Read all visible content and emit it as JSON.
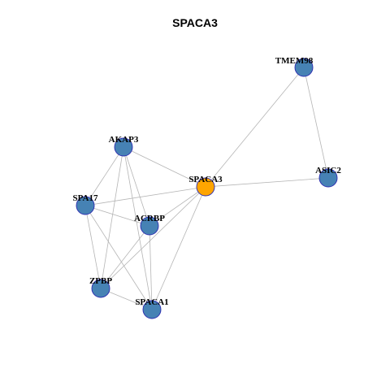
{
  "title": "SPACA3",
  "colors": {
    "node_default": "#4682B4",
    "node_border": "#2B2BB0",
    "node_focus": "#FFA500",
    "edge": "#B5B5B5"
  },
  "nodes": [
    {
      "id": "TMEM98",
      "label": "TMEM98",
      "focus": false
    },
    {
      "id": "AKAP3",
      "label": "AKAP3",
      "focus": false
    },
    {
      "id": "SPACA3",
      "label": "SPACA3",
      "focus": true
    },
    {
      "id": "ASIC2",
      "label": "ASIC2",
      "focus": false
    },
    {
      "id": "SPA17",
      "label": "SPA17",
      "focus": false
    },
    {
      "id": "ACRBP",
      "label": "ACRBP",
      "focus": false
    },
    {
      "id": "ZPBP",
      "label": "ZPBP",
      "focus": false
    },
    {
      "id": "SPACA1",
      "label": "SPACA1",
      "focus": false
    }
  ],
  "edges": [
    [
      "SPACA3",
      "TMEM98"
    ],
    [
      "TMEM98",
      "ASIC2"
    ],
    [
      "SPACA3",
      "ASIC2"
    ],
    [
      "AKAP3",
      "SPACA3"
    ],
    [
      "AKAP3",
      "SPA17"
    ],
    [
      "AKAP3",
      "ACRBP"
    ],
    [
      "AKAP3",
      "ZPBP"
    ],
    [
      "AKAP3",
      "SPACA1"
    ],
    [
      "SPA17",
      "SPACA3"
    ],
    [
      "SPA17",
      "ACRBP"
    ],
    [
      "SPA17",
      "ZPBP"
    ],
    [
      "SPA17",
      "SPACA1"
    ],
    [
      "ACRBP",
      "SPACA3"
    ],
    [
      "ACRBP",
      "ZPBP"
    ],
    [
      "ACRBP",
      "SPACA1"
    ],
    [
      "ZPBP",
      "SPACA3"
    ],
    [
      "ZPBP",
      "SPACA1"
    ],
    [
      "SPACA1",
      "SPACA3"
    ]
  ]
}
